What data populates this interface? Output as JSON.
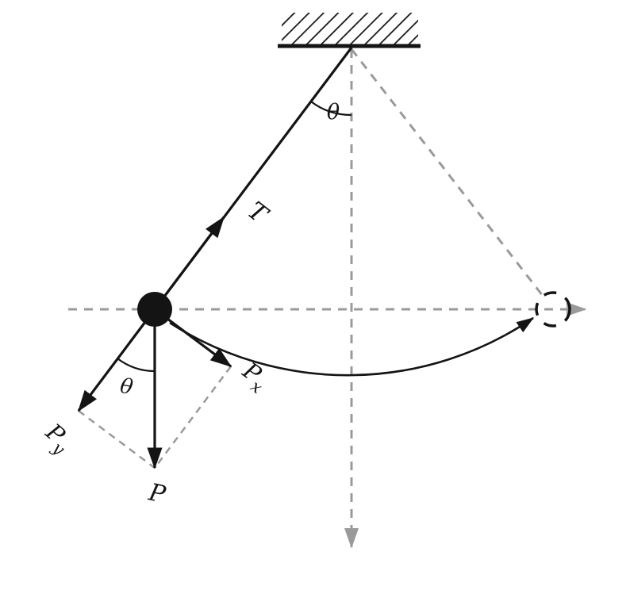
{
  "figure": {
    "description_labels": {
      "angle_top": "θ",
      "angle_bottom": "θ",
      "tension": "T",
      "weight": "P",
      "weight_x": {
        "main": "P",
        "sub": "x"
      },
      "weight_y": {
        "main": "P",
        "sub": "y"
      }
    },
    "colors": {
      "ink": "#141414",
      "muted_dash": "#9a9a9a"
    }
  }
}
